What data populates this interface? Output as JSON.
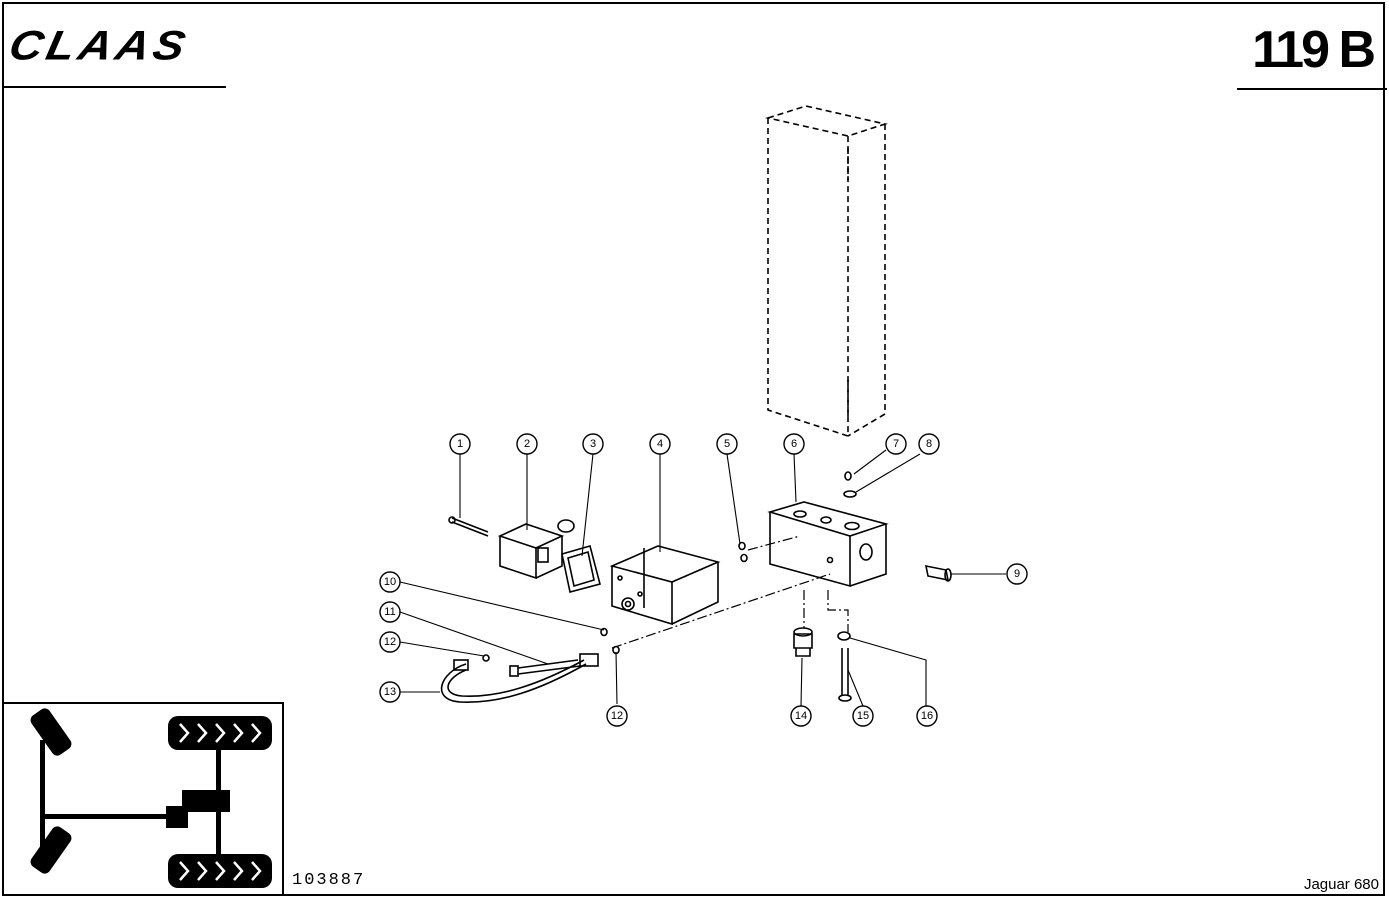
{
  "header": {
    "brand": "CLAAS",
    "page_number": "119 B"
  },
  "footer": {
    "figure_number": "103887",
    "model": "Jaguar 680"
  },
  "callouts": [
    "1",
    "2",
    "3",
    "4",
    "5",
    "6",
    "7",
    "8",
    "9",
    "10",
    "11",
    "12",
    "12",
    "13",
    "14",
    "15",
    "16"
  ]
}
